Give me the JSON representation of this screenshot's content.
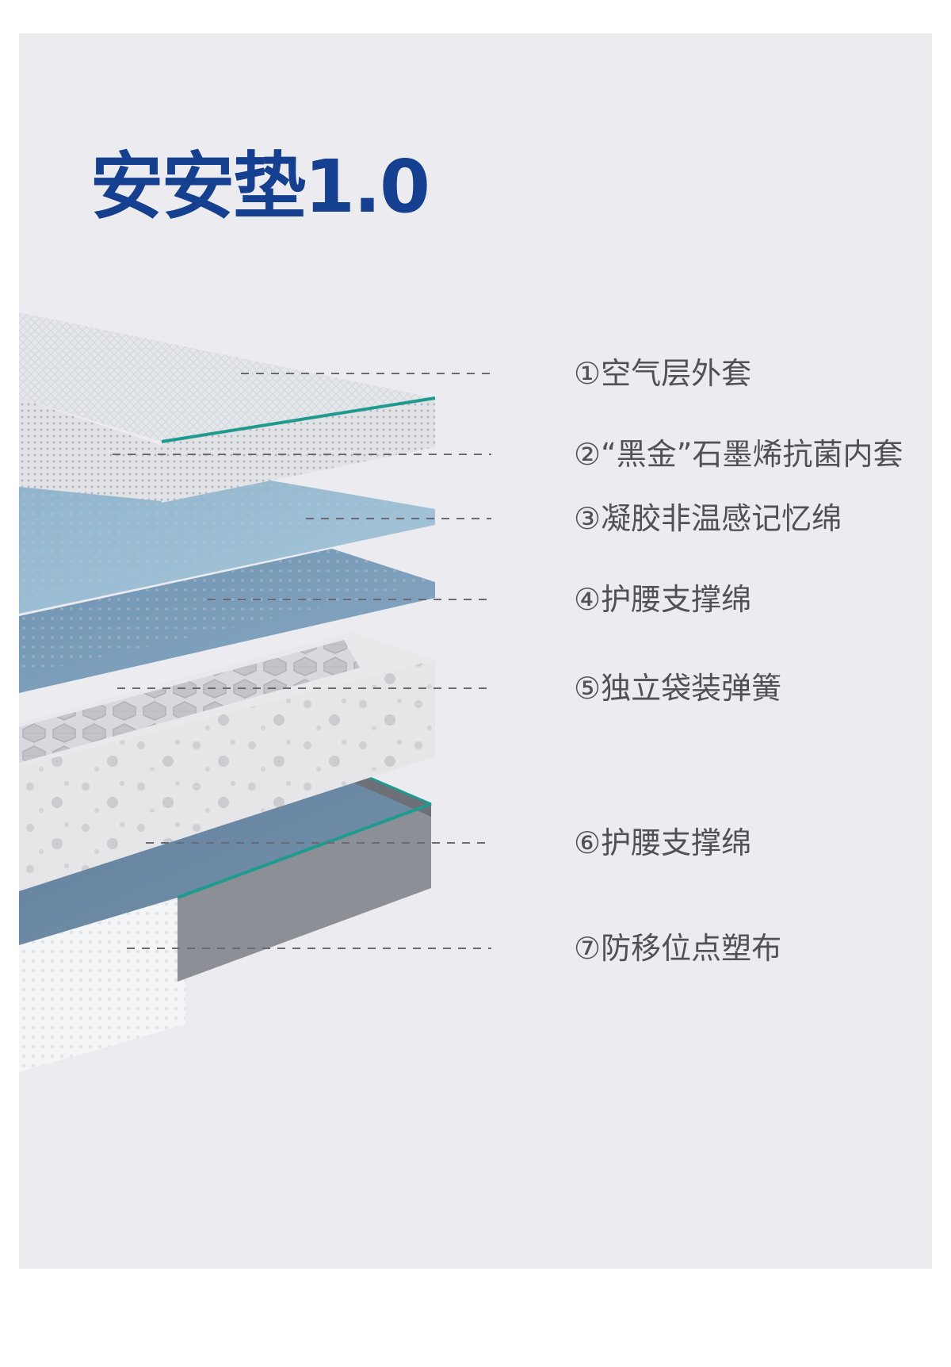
{
  "title": "安安垫1.0",
  "colors": {
    "title": "#14408f",
    "background": "#ececf0",
    "label_text": "#505056",
    "leader_line": "#6a6a72",
    "accent_edge": "#1f9a8e"
  },
  "layers": [
    {
      "label": "①空气层外套"
    },
    {
      "label": "②“黑金”石墨烯抗菌内套"
    },
    {
      "label": "③凝胶非温感记忆绵"
    },
    {
      "label": "④护腰支撑绵"
    },
    {
      "label": "⑤独立袋装弹簧"
    },
    {
      "label": "⑥护腰支撑绵"
    },
    {
      "label": "⑦防移位点塑布"
    }
  ]
}
